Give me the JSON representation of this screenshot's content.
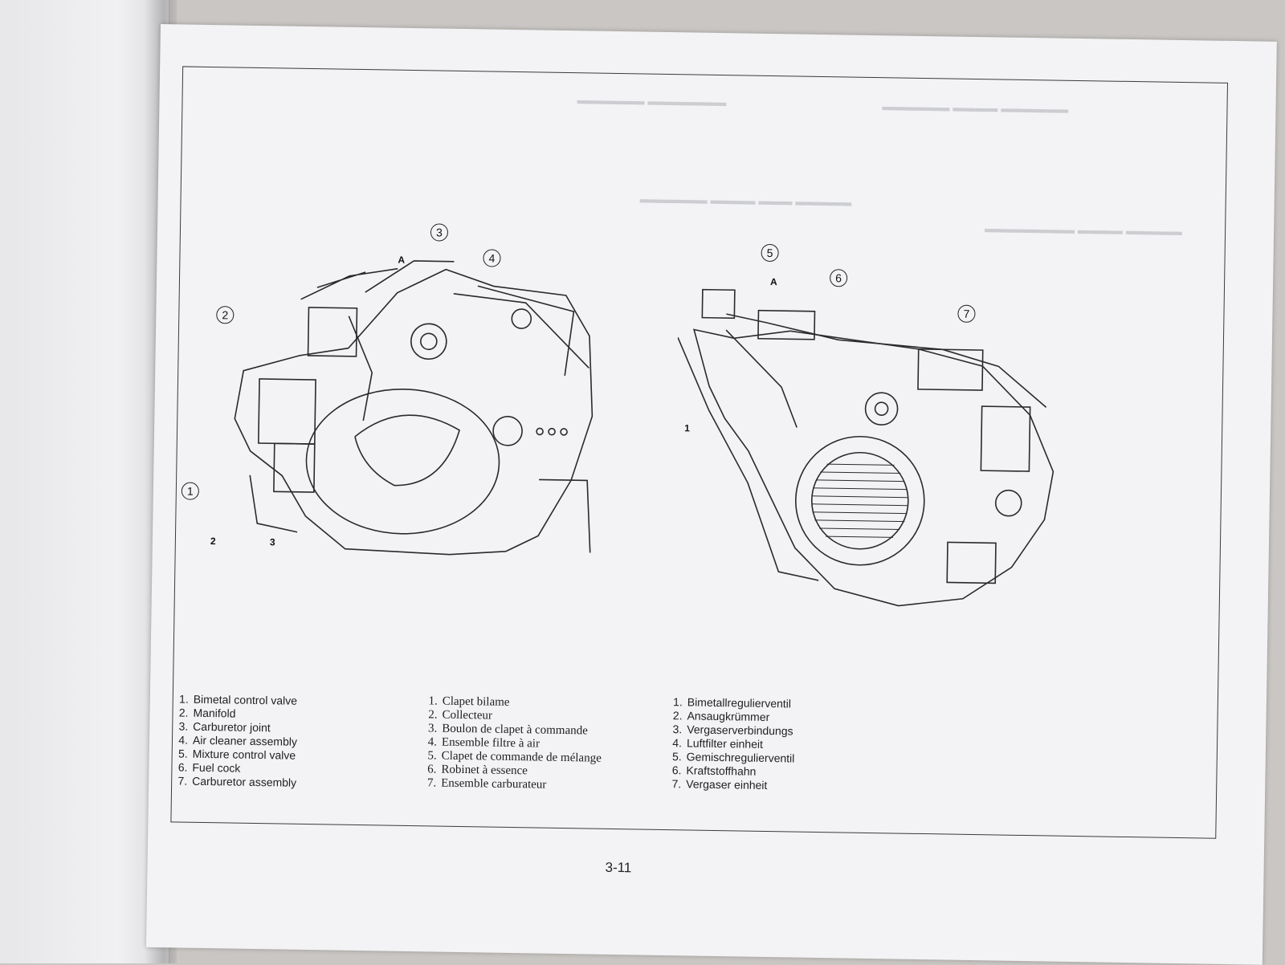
{
  "page_number": "3-11",
  "legend_en": [
    {
      "n": "1.",
      "text": "Bimetal control valve"
    },
    {
      "n": "2.",
      "text": "Manifold"
    },
    {
      "n": "3.",
      "text": "Carburetor joint"
    },
    {
      "n": "4.",
      "text": "Air cleaner assembly"
    },
    {
      "n": "5.",
      "text": "Mixture control valve"
    },
    {
      "n": "6.",
      "text": "Fuel cock"
    },
    {
      "n": "7.",
      "text": "Carburetor assembly"
    }
  ],
  "legend_fr": [
    {
      "n": "1.",
      "text": "Clapet bilame"
    },
    {
      "n": "2.",
      "text": "Collecteur"
    },
    {
      "n": "3.",
      "text": "Boulon de clapet à commande"
    },
    {
      "n": "4.",
      "text": "Ensemble filtre à air"
    },
    {
      "n": "5.",
      "text": "Clapet de commande de mélange"
    },
    {
      "n": "6.",
      "text": "Robinet à essence"
    },
    {
      "n": "7.",
      "text": "Ensemble carburateur"
    }
  ],
  "legend_de": [
    {
      "n": "1.",
      "text": "Bimetallregulierventil"
    },
    {
      "n": "2.",
      "text": "Ansaugkrümmer"
    },
    {
      "n": "3.",
      "text": "Vergaserverbindungs"
    },
    {
      "n": "4.",
      "text": "Luftfilter einheit"
    },
    {
      "n": "5.",
      "text": "Gemischregulierventil"
    },
    {
      "n": "6.",
      "text": "Kraftstoffhahn"
    },
    {
      "n": "7.",
      "text": "Vergaser einheit"
    }
  ],
  "left_diagram": {
    "callouts": [
      "1",
      "2",
      "3",
      "4"
    ],
    "labels": [
      "A",
      "2",
      "3"
    ]
  },
  "right_diagram": {
    "callouts": [
      "5",
      "6",
      "7"
    ],
    "labels": [
      "A",
      "1"
    ]
  }
}
